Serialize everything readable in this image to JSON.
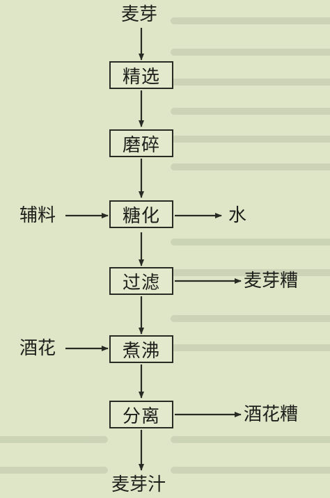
{
  "flowchart": {
    "start": "麦芽",
    "steps": [
      "精选",
      "磨碎",
      "糖化",
      "过滤",
      "煮沸",
      "分离"
    ],
    "end": "麦芽汁",
    "inputs": [
      {
        "step": "糖化",
        "label": "辅料"
      },
      {
        "step": "煮沸",
        "label": "酒花"
      }
    ],
    "outputs": [
      {
        "step": "糖化",
        "label": "水"
      },
      {
        "step": "过滤",
        "label": "麦芽糟"
      },
      {
        "step": "分离",
        "label": "酒花糟"
      }
    ]
  },
  "colors": {
    "background": "#dfe6c8",
    "line": "#2a2a24",
    "ghost_text": "#b9c1a3"
  }
}
